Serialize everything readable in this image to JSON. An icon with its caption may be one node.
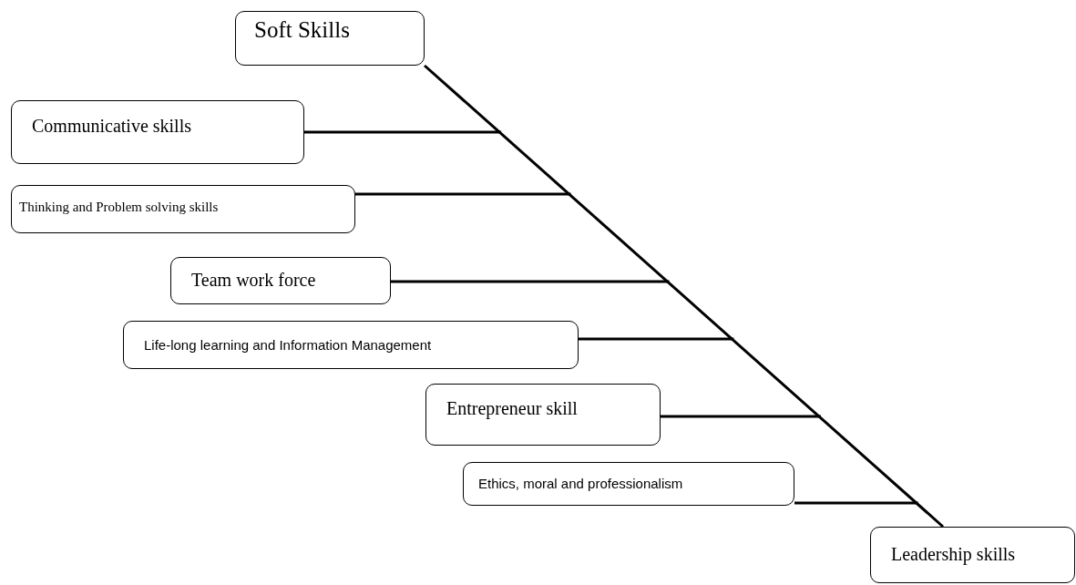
{
  "diagram": {
    "nodes": [
      {
        "text": [
          "Soft Skills"
        ]
      },
      {
        "text": [
          "Communicative skills"
        ]
      },
      {
        "text": [
          "Thinking and Problem solving skills"
        ]
      },
      {
        "text": [
          "Team work force"
        ]
      },
      {
        "text": [
          "Life-long learning and Information Management"
        ]
      },
      {
        "text": [
          "Entrepreneur skill"
        ]
      },
      {
        "text": [
          "Ethics, moral and professionalism"
        ]
      },
      {
        "text": [
          "Leadership skills"
        ]
      }
    ],
    "edges": [
      {
        "from": 0,
        "to": 7,
        "arrow": "none"
      },
      {
        "from": 1,
        "to": null,
        "arrow": "none"
      },
      {
        "from": 2,
        "to": null,
        "arrow": "none"
      },
      {
        "from": 3,
        "to": null,
        "arrow": "none"
      },
      {
        "from": 4,
        "to": null,
        "arrow": "none"
      },
      {
        "from": 5,
        "to": null,
        "arrow": "none"
      },
      {
        "from": 6,
        "to": null,
        "arrow": "none"
      }
    ]
  }
}
